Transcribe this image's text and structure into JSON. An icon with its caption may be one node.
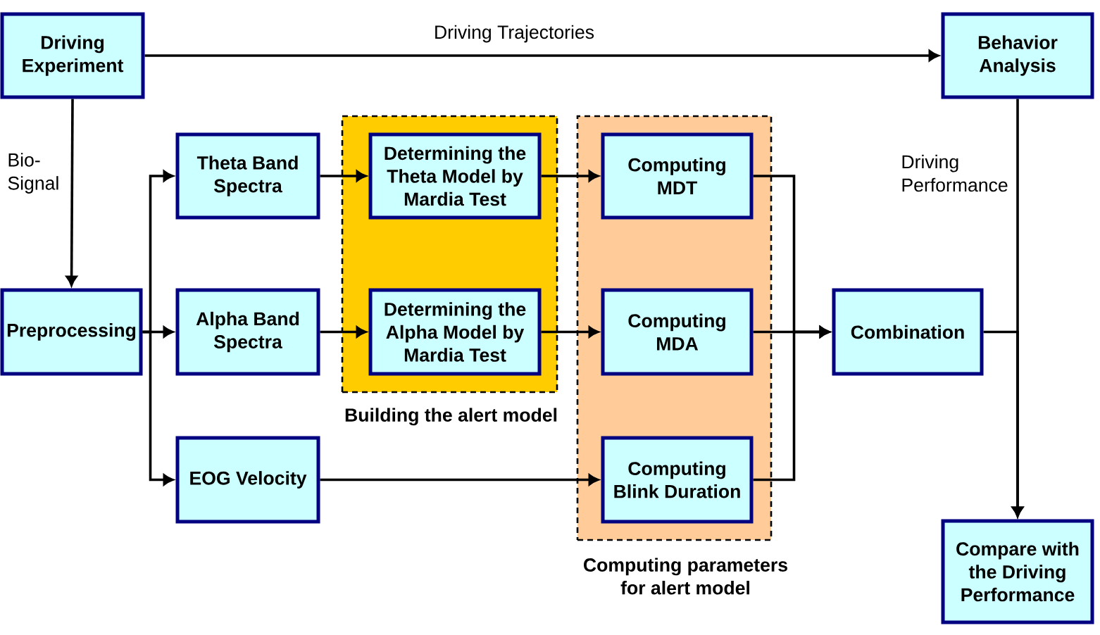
{
  "diagram": {
    "nodes": [
      {
        "text": [
          "Driving Experiment"
        ]
      },
      {
        "text": [
          "Behavior Analysis"
        ]
      },
      {
        "text": [
          "Theta Band Spectra"
        ]
      },
      {
        "text": [
          "Building the alert model"
        ]
      },
      {
        "text": [
          "Determining the Theta Model by Mardia Test"
        ],
        "in": 3
      },
      {
        "text": [
          "Computing parameters for alert model"
        ]
      },
      {
        "text": [
          "Computing MDT"
        ],
        "in": 5
      },
      {
        "text": [
          "Preprocessing"
        ]
      },
      {
        "text": [
          "Alpha Band Spectra"
        ]
      },
      {
        "text": [
          "Determining the Alpha Model by Mardia Test"
        ],
        "in": 3
      },
      {
        "text": [
          "Computing MDA"
        ],
        "in": 5
      },
      {
        "text": [
          "Combination"
        ]
      },
      {
        "text": [
          "EOG Velocity"
        ]
      },
      {
        "text": [
          "Computing Blink Duration"
        ],
        "in": 5
      },
      {
        "text": [
          "Compare with the Driving Performance"
        ]
      }
    ],
    "edges": [
      {
        "from": 0,
        "to": 1,
        "arrow": "to",
        "label": "Driving Trajectories"
      },
      {
        "from": 0,
        "to": 7,
        "arrow": "to",
        "label": "Bio- Signal"
      },
      {
        "from": 7,
        "to": 2,
        "arrow": "to"
      },
      {
        "from": 7,
        "to": 8,
        "arrow": "to"
      },
      {
        "from": 7,
        "to": 12,
        "arrow": "to"
      },
      {
        "from": 2,
        "to": 4,
        "arrow": "to"
      },
      {
        "from": 8,
        "to": 9,
        "arrow": "to"
      },
      {
        "from": 4,
        "to": 6,
        "arrow": "to"
      },
      {
        "from": 9,
        "to": 10,
        "arrow": "to"
      },
      {
        "from": 12,
        "to": 13,
        "arrow": "to"
      },
      {
        "from": 6,
        "to": 11,
        "arrow": "to"
      },
      {
        "from": 10,
        "to": 11,
        "arrow": "to"
      },
      {
        "from": 13,
        "to": 11,
        "arrow": "to"
      },
      {
        "from": 1,
        "to": 14,
        "arrow": "to",
        "label": "Driving Performance"
      },
      {
        "from": 11,
        "to": 14,
        "arrow": "to"
      }
    ]
  }
}
